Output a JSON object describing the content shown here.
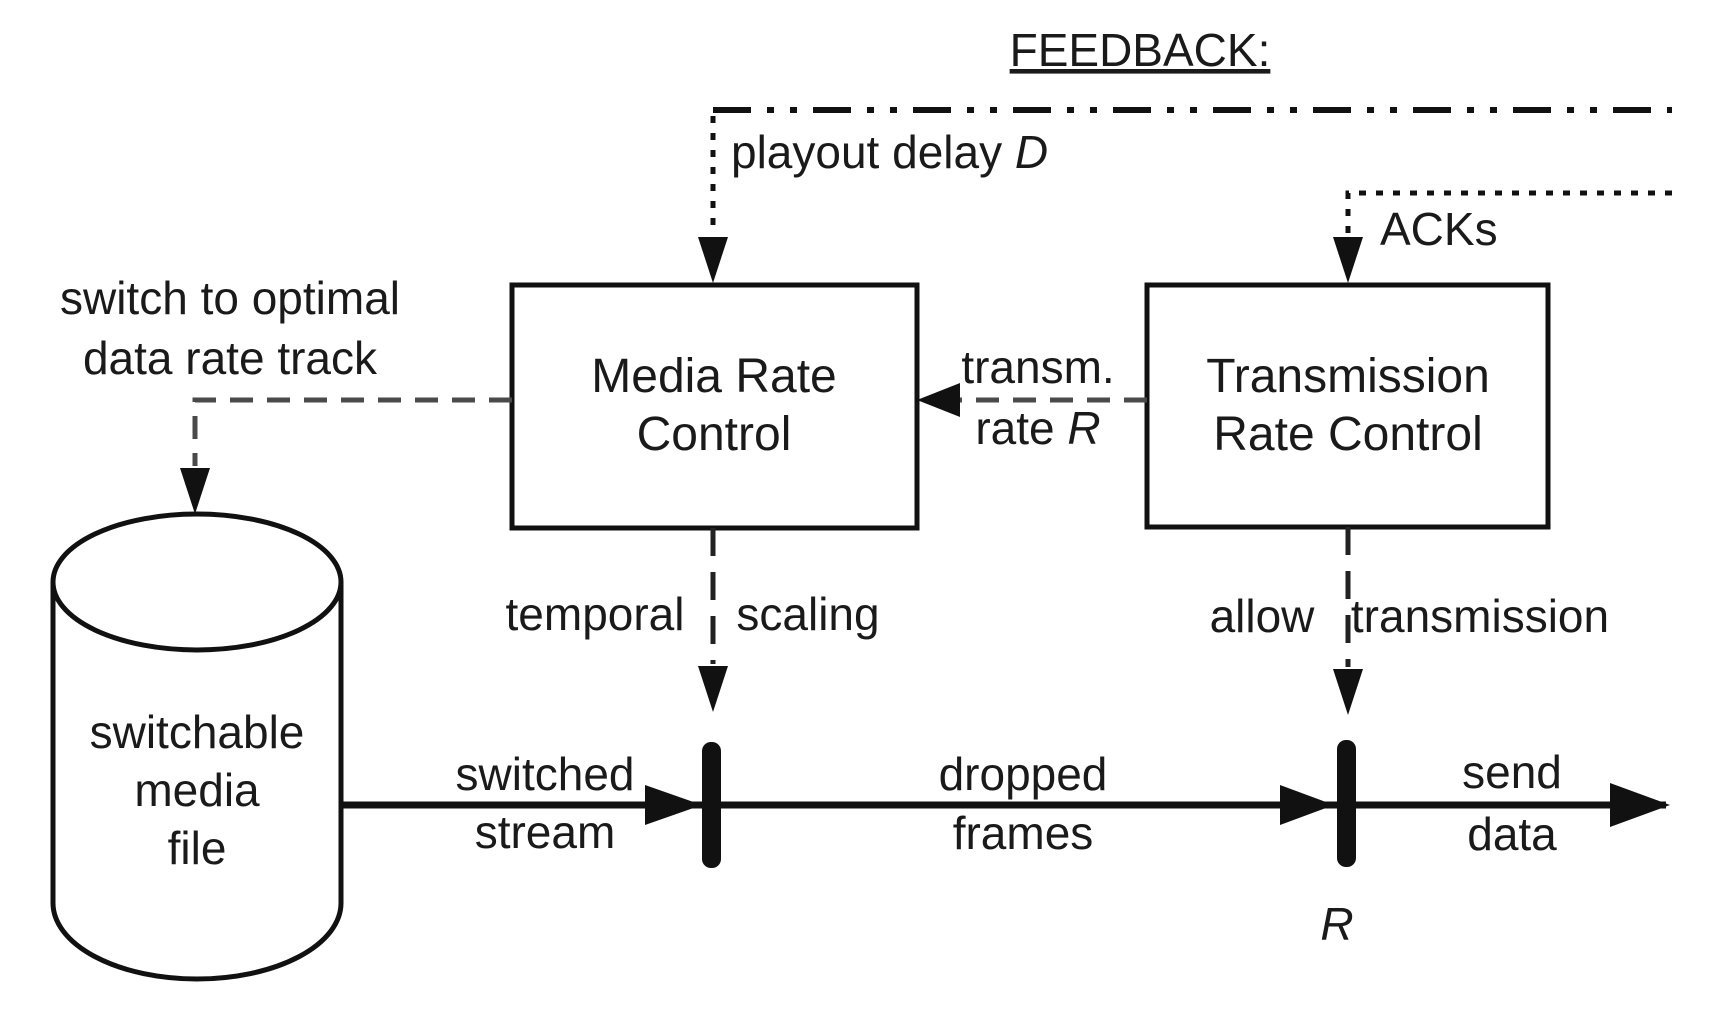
{
  "title": {
    "feedback": "FEEDBACK:"
  },
  "feedback_paths": {
    "playout_delay": {
      "text": "playout delay ",
      "var": "D"
    },
    "acks": "ACKs"
  },
  "boxes": {
    "media_rate_control": {
      "line1": "Media Rate",
      "line2": "Control"
    },
    "transmission_rate_control": {
      "line1": "Transmission",
      "line2": "Rate Control"
    }
  },
  "cylinder": {
    "line1": "switchable",
    "line2": "media",
    "line3": "file"
  },
  "annotations": {
    "switch_track": {
      "line1": "switch to optimal",
      "line2": "data rate track"
    },
    "transm_rate": {
      "line1": "transm.",
      "line2_text": "rate ",
      "line2_var": "R"
    },
    "temporal_scaling": {
      "left": "temporal",
      "right": "scaling"
    },
    "allow_transmission": {
      "left": "allow",
      "right": "transmission"
    }
  },
  "stream_labels": {
    "switched_stream": {
      "line1": "switched",
      "line2": "stream"
    },
    "dropped_frames": {
      "line1": "dropped",
      "line2": "frames"
    },
    "send_data": {
      "line1": "send",
      "line2": "data"
    },
    "rate_var": "R"
  },
  "colors": {
    "ink": "#111111",
    "dashed_gray": "#4a4a4a",
    "background": "#ffffff"
  }
}
